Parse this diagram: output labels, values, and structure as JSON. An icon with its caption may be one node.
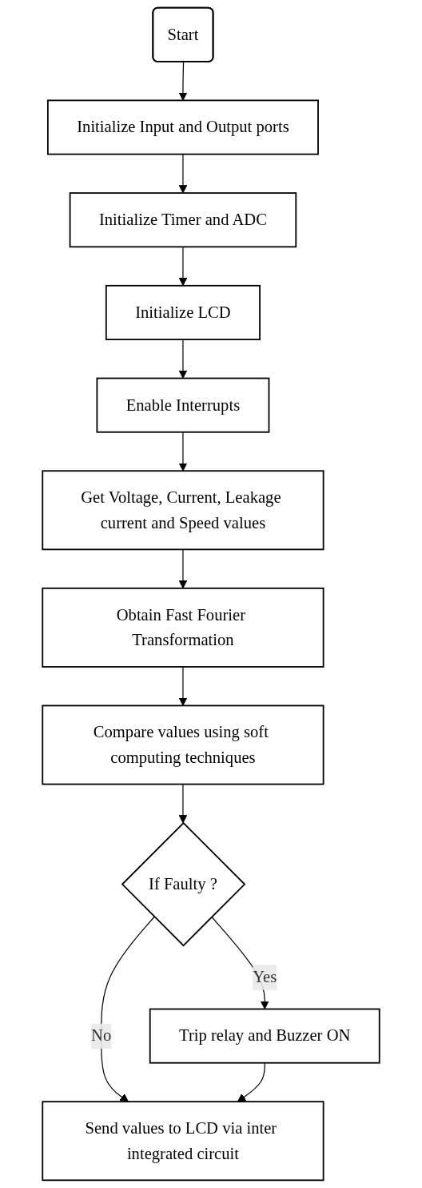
{
  "diagram": {
    "nodes": [
      {
        "text": [
          "Start"
        ]
      },
      {
        "text": [
          "Initialize Input and Output ports"
        ]
      },
      {
        "text": [
          "Initialize Timer and ADC"
        ]
      },
      {
        "text": [
          "Initialize LCD"
        ]
      },
      {
        "text": [
          "Enable Interrupts"
        ]
      },
      {
        "text": [
          "Get Voltage, Current, Leakage current and Speed values"
        ]
      },
      {
        "text": [
          "Obtain Fast Fourier Transformation"
        ]
      },
      {
        "text": [
          "Compare values using soft computing techniques"
        ]
      },
      {
        "text": [
          "If Faulty ?"
        ]
      },
      {
        "text": [
          "Trip relay and Buzzer ON"
        ]
      },
      {
        "text": [
          "Send values to LCD via inter integrated circuit"
        ]
      }
    ],
    "edges": [
      {
        "from": 0,
        "to": 1,
        "arrow": "to"
      },
      {
        "from": 1,
        "to": 2,
        "arrow": "to"
      },
      {
        "from": 2,
        "to": 3,
        "arrow": "to"
      },
      {
        "from": 3,
        "to": 4,
        "arrow": "to"
      },
      {
        "from": 4,
        "to": 5,
        "arrow": "to"
      },
      {
        "from": 5,
        "to": 6,
        "arrow": "to"
      },
      {
        "from": 6,
        "to": 7,
        "arrow": "to"
      },
      {
        "from": 7,
        "to": 8,
        "arrow": "to"
      },
      {
        "from": 8,
        "to": 9,
        "label": "Yes",
        "arrow": "to"
      },
      {
        "from": 8,
        "to": 10,
        "label": "No",
        "arrow": "to"
      },
      {
        "from": 9,
        "to": 10,
        "arrow": "to"
      }
    ]
  }
}
